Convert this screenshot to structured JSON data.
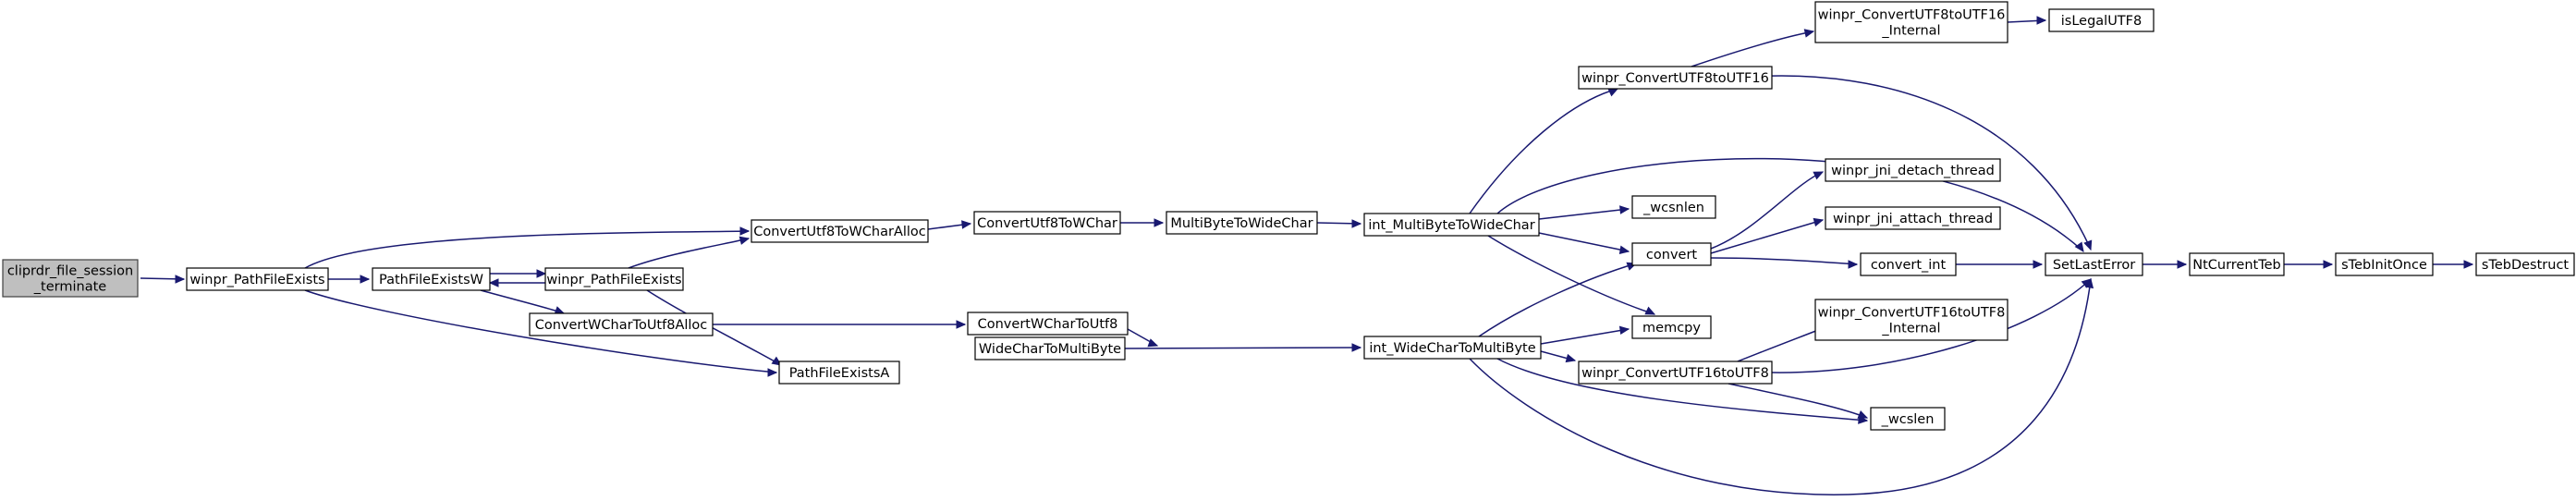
{
  "diagram": {
    "nodes": [
      {
        "id": "root",
        "lines": [
          "cliprdr_file_session",
          "_terminate"
        ]
      },
      {
        "id": "wpfe",
        "lines": [
          "winpr_PathFileExists"
        ]
      },
      {
        "id": "pfew",
        "lines": [
          "PathFileExistsW"
        ]
      },
      {
        "id": "wpfe2",
        "lines": [
          "winpr_PathFileExists"
        ]
      },
      {
        "id": "cwu8a",
        "lines": [
          "ConvertWCharToUtf8Alloc"
        ]
      },
      {
        "id": "pfea",
        "lines": [
          "PathFileExistsA"
        ]
      },
      {
        "id": "cu8wa",
        "lines": [
          "ConvertUtf8ToWCharAlloc"
        ]
      },
      {
        "id": "cu8w",
        "lines": [
          "ConvertUtf8ToWChar"
        ]
      },
      {
        "id": "cwu8",
        "lines": [
          "ConvertWCharToUtf8"
        ]
      },
      {
        "id": "mbtwc",
        "lines": [
          "MultiByteToWideChar"
        ]
      },
      {
        "id": "wctmb",
        "lines": [
          "WideCharToMultiByte"
        ]
      },
      {
        "id": "imbwc",
        "lines": [
          "int_MultiByteToWideChar"
        ]
      },
      {
        "id": "iwcmb",
        "lines": [
          "int_WideCharToMultiByte"
        ]
      },
      {
        "id": "wc816",
        "lines": [
          "winpr_ConvertUTF8toUTF16"
        ]
      },
      {
        "id": "wc816i",
        "lines": [
          "winpr_ConvertUTF8toUTF16",
          "_Internal"
        ]
      },
      {
        "id": "legal",
        "lines": [
          "isLegalUTF8"
        ]
      },
      {
        "id": "wcsnlen",
        "lines": [
          "_wcsnlen"
        ]
      },
      {
        "id": "conv",
        "lines": [
          "convert"
        ]
      },
      {
        "id": "memcpy",
        "lines": [
          "memcpy"
        ]
      },
      {
        "id": "wc168",
        "lines": [
          "winpr_ConvertUTF16toUTF8"
        ]
      },
      {
        "id": "wcslen",
        "lines": [
          "_wcslen"
        ]
      },
      {
        "id": "jdet",
        "lines": [
          "winpr_jni_detach_thread"
        ]
      },
      {
        "id": "jatt",
        "lines": [
          "winpr_jni_attach_thread"
        ]
      },
      {
        "id": "convi",
        "lines": [
          "convert_int"
        ]
      },
      {
        "id": "wc168i",
        "lines": [
          "winpr_ConvertUTF16toUTF8",
          "_Internal"
        ]
      },
      {
        "id": "sle",
        "lines": [
          "SetLastError"
        ]
      },
      {
        "id": "ntct",
        "lines": [
          "NtCurrentTeb"
        ]
      },
      {
        "id": "stio",
        "lines": [
          "sTebInitOnce"
        ]
      },
      {
        "id": "stdes",
        "lines": [
          "sTebDestruct"
        ]
      }
    ]
  },
  "colors": {
    "edge": "#191970",
    "root_fill": "#bfbfbf",
    "node_fill": "#ffffff"
  }
}
